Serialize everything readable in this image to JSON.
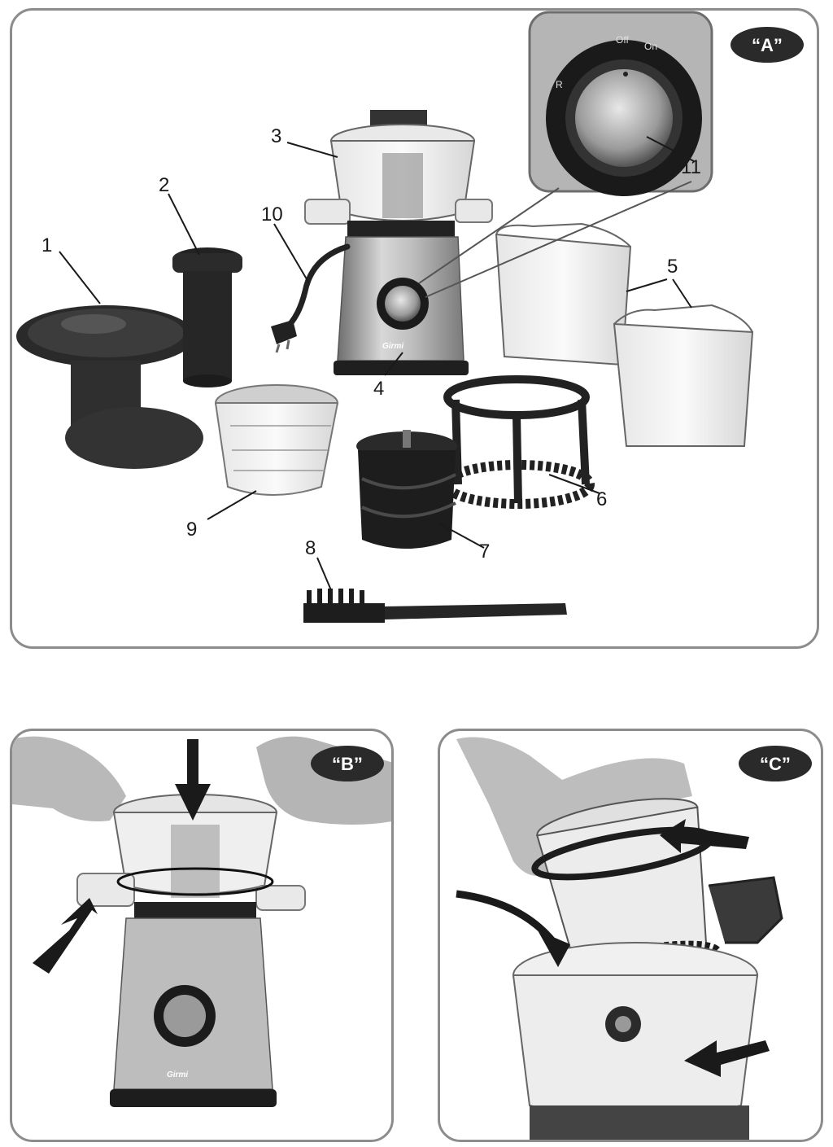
{
  "panels": {
    "a": {
      "badge": "“A”"
    },
    "b": {
      "badge": "“B”"
    },
    "c": {
      "badge": "“C”"
    }
  },
  "parts": [
    "1",
    "2",
    "3",
    "4",
    "5",
    "6",
    "7",
    "8",
    "9",
    "10",
    "11"
  ],
  "dial": {
    "off": "Off",
    "on": "On",
    "reverse": "R"
  },
  "brand": "Girmi"
}
